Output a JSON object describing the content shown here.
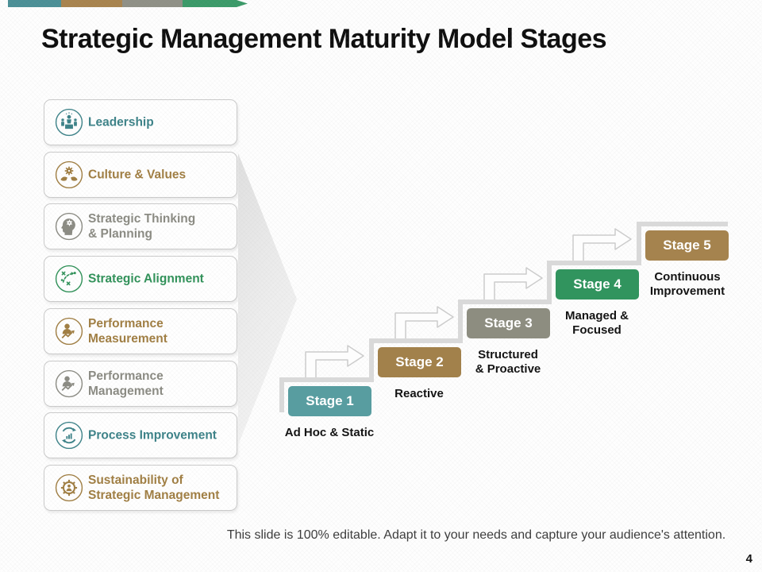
{
  "slide": {
    "title": "Strategic Management Maturity Model Stages",
    "footer": "This slide is 100% editable. Adapt it to your needs and capture your audience's attention.",
    "page_number": "4"
  },
  "top_bar": {
    "segments": [
      {
        "name": "teal",
        "color": "#4a8f96"
      },
      {
        "name": "brown",
        "color": "#a8834d"
      },
      {
        "name": "gray",
        "color": "#8f9086"
      },
      {
        "name": "green",
        "color": "#3a9a68"
      }
    ]
  },
  "sidebar": {
    "items": [
      {
        "label": "Leadership",
        "color": "#3c8288",
        "icon": "leadership-podium-icon"
      },
      {
        "label": "Culture & Values",
        "color": "#a07e42",
        "icon": "hands-holding-gear-icon"
      },
      {
        "label": "Strategic Thinking\n& Planning",
        "color": "#8b8b83",
        "icon": "thinking-head-gear-icon"
      },
      {
        "label": "Strategic Alignment",
        "color": "#2f9158",
        "icon": "strategy-tactics-icon"
      },
      {
        "label": "Performance\nMeasurement",
        "color": "#a07e42",
        "icon": "person-growth-chart-icon"
      },
      {
        "label": "Performance\nManagement",
        "color": "#8b8b83",
        "icon": "person-growth-chart-icon"
      },
      {
        "label": "Process Improvement",
        "color": "#3c8288",
        "icon": "circular-arrows-chart-icon"
      },
      {
        "label": "Sustainability of\nStrategic Management",
        "color": "#a07e42",
        "icon": "gear-person-icon"
      }
    ]
  },
  "stages": [
    {
      "label": "Stage 1",
      "sublabel": "Ad Hoc & Static",
      "color": "#589da0"
    },
    {
      "label": "Stage 2",
      "sublabel": "Reactive",
      "color": "#a2814b"
    },
    {
      "label": "Stage 3",
      "sublabel": "Structured\n& Proactive",
      "color": "#8d8d80"
    },
    {
      "label": "Stage 4",
      "sublabel": "Managed &\nFocused",
      "color": "#31945e"
    },
    {
      "label": "Stage 5",
      "sublabel": "Continuous\nImprovement",
      "color": "#a5834e"
    }
  ]
}
